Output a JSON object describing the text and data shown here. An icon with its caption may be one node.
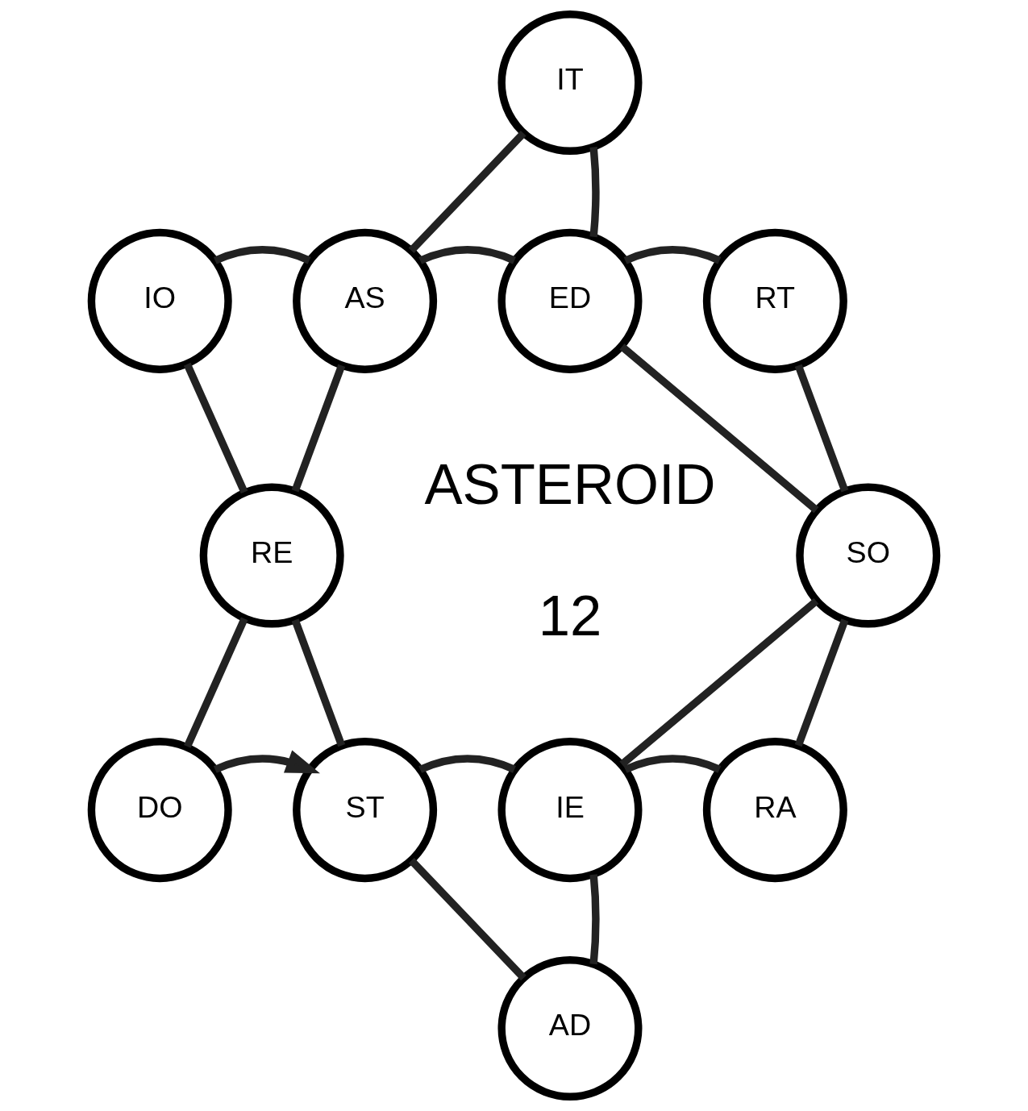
{
  "diagram": {
    "nodes": [
      {
        "text": [
          "IT"
        ]
      },
      {
        "text": [
          "IO"
        ]
      },
      {
        "text": [
          "AS"
        ]
      },
      {
        "text": [
          "ED"
        ]
      },
      {
        "text": [
          "RT"
        ]
      },
      {
        "text": [
          "RE"
        ]
      },
      {
        "text": [
          "SO"
        ]
      },
      {
        "text": [
          "DO"
        ]
      },
      {
        "text": [
          "ST"
        ]
      },
      {
        "text": [
          "IE"
        ]
      },
      {
        "text": [
          "RA"
        ]
      },
      {
        "text": [
          "AD"
        ]
      }
    ],
    "edges": [
      {
        "from": 0,
        "to": 2,
        "arrow": "none"
      },
      {
        "from": 0,
        "to": 3,
        "arrow": "none"
      },
      {
        "from": 1,
        "to": 2,
        "arrow": "none"
      },
      {
        "from": 2,
        "to": 3,
        "arrow": "none"
      },
      {
        "from": 3,
        "to": 4,
        "arrow": "none"
      },
      {
        "from": 1,
        "to": 5,
        "arrow": "none"
      },
      {
        "from": 2,
        "to": 5,
        "arrow": "none"
      },
      {
        "from": 3,
        "to": 6,
        "arrow": "none"
      },
      {
        "from": 4,
        "to": 6,
        "arrow": "none"
      },
      {
        "from": 5,
        "to": 7,
        "arrow": "none"
      },
      {
        "from": 5,
        "to": 8,
        "arrow": "none"
      },
      {
        "from": 6,
        "to": 9,
        "arrow": "none"
      },
      {
        "from": 6,
        "to": 10,
        "arrow": "none"
      },
      {
        "from": 7,
        "to": 8,
        "arrow": "to"
      },
      {
        "from": 8,
        "to": 9,
        "arrow": "none"
      },
      {
        "from": 9,
        "to": 10,
        "arrow": "none"
      },
      {
        "from": 8,
        "to": 11,
        "arrow": "none"
      },
      {
        "from": 9,
        "to": 11,
        "arrow": "none"
      }
    ],
    "labels": [
      "ASTEROID",
      "12"
    ]
  }
}
